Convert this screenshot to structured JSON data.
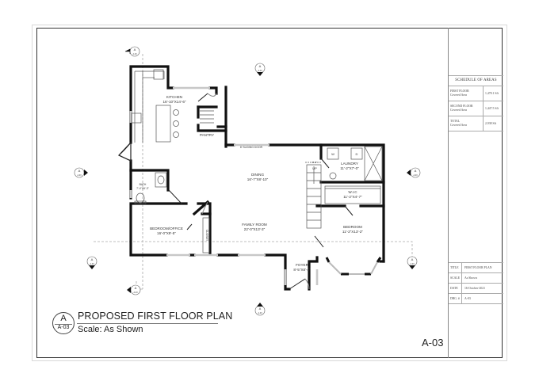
{
  "sheet": {
    "number": "A-03",
    "title": "PROPOSED FIRST FLOOR PLAN",
    "scale": "Scale:  As Shown",
    "bubble_letter": "A",
    "bubble_sheet": "A-03"
  },
  "schedule_of_areas": {
    "title": "SCHEDULE OF AREAS",
    "rows": [
      {
        "label": "FIRST FLOOR",
        "sublabel": "Covered Area",
        "value": "1,478.1 Sft"
      },
      {
        "label": "SECOND FLOOR",
        "sublabel": "Covered Area",
        "value": "1,447.5 Sft"
      },
      {
        "label": "TOTAL",
        "sublabel": "Covered Area",
        "value": "2,938 Sft"
      }
    ]
  },
  "title_block": {
    "rows": [
      {
        "key": "TITLE",
        "value": "FIRST FLOOR PLAN"
      },
      {
        "key": "SCALE",
        "value": "As Shown"
      },
      {
        "key": "DATE",
        "value": "16-October-2021"
      },
      {
        "key": "DRG. #",
        "value": "A-03"
      }
    ]
  },
  "rooms": [
    {
      "name": "KITCHEN",
      "dims": "16'-10\"X14'-6\""
    },
    {
      "name": "PANTRY",
      "dims": ""
    },
    {
      "name": "DINING",
      "dims": "16'-7\"X8'-10\""
    },
    {
      "name": "LAUNDRY",
      "dims": "11'-2\"X7'-0\""
    },
    {
      "name": "W.I.C",
      "dims": "11'-2\"X4'-7\""
    },
    {
      "name": "BATH",
      "dims": "7'-4\"X6'-3\""
    },
    {
      "name": "BEDROOM/OFFICE",
      "dims": "16'-0\"X9'-5\""
    },
    {
      "name": "CLOSET",
      "dims": ""
    },
    {
      "name": "FAMILY ROOM",
      "dims": "22'-0\"X13'-3\""
    },
    {
      "name": "FOYER",
      "dims": "8'-5\"X8'-4\""
    },
    {
      "name": "BEDROOM",
      "dims": "11'-2\"X13'-2\""
    }
  ],
  "annotations": {
    "sliding_door": "8' SLIDING DOOR",
    "stair_up": "UP",
    "stair_width": "3'-6\"",
    "washer": "W",
    "dryer": "D"
  },
  "section_markers": [
    {
      "letter": "A",
      "sheet": "A-03",
      "pos": "top-left"
    },
    {
      "letter": "A",
      "sheet": "A-03",
      "pos": "top-center"
    },
    {
      "letter": "A",
      "sheet": "A-03",
      "pos": "left"
    },
    {
      "letter": "A",
      "sheet": "A-03",
      "pos": "right"
    },
    {
      "letter": "A",
      "sheet": "A-03",
      "pos": "bottom-left"
    },
    {
      "letter": "A",
      "sheet": "A-03",
      "pos": "bottom-left-2"
    },
    {
      "letter": "A",
      "sheet": "A-03",
      "pos": "bottom-center"
    },
    {
      "letter": "A",
      "sheet": "A-03",
      "pos": "bottom-right"
    }
  ]
}
